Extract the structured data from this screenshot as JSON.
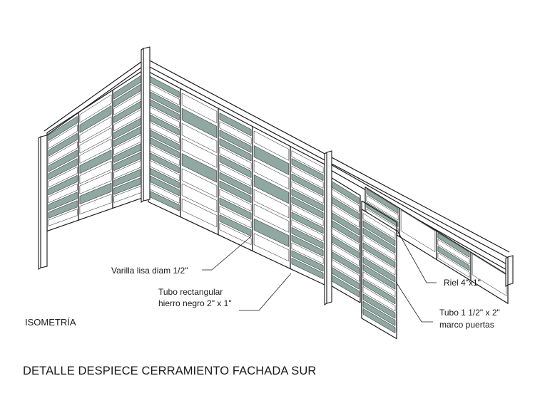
{
  "labels": {
    "varilla": "Varilla lisa diam 1/2\"",
    "tubo_rect_1": "Tubo rectangular",
    "tubo_rect_2": "hierro negro 2\" x 1\"",
    "riel": "Riel 4\"x1\"",
    "tubo_marco_1": "Tubo 1 1/2\" x 2\"",
    "tubo_marco_2": "marco puertas",
    "view": "ISOMETRÍA",
    "title": "DETALLE DESPIECE CERRAMIENTO FACHADA SUR"
  },
  "colors": {
    "line": "#1a1a1a",
    "slat_fill": "#8fa8a1",
    "panel_fill": "#ffffff"
  }
}
